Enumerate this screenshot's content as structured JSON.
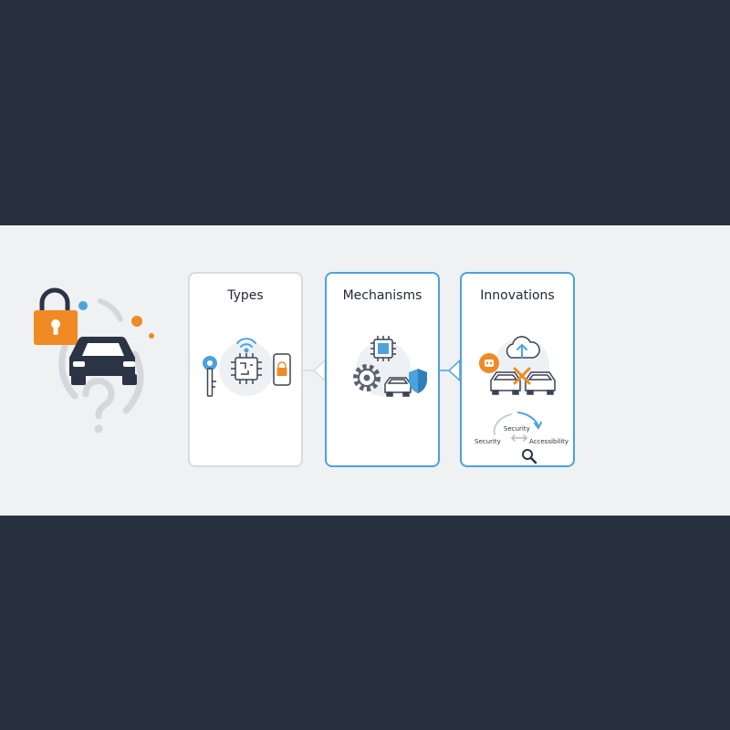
{
  "cards": [
    {
      "title": "Types"
    },
    {
      "title": "Mechanisms"
    },
    {
      "title": "Innovations"
    }
  ],
  "cycle": {
    "top": "Security",
    "left": "Security",
    "right": "Accessibility"
  },
  "colors": {
    "accent_blue": "#4aa3df",
    "accent_orange": "#f08a24",
    "dark": "#2b3444",
    "band": "#eff1f3",
    "background": "#27303f"
  },
  "icons": [
    "padlock-icon",
    "car-icon",
    "question-mark-icon",
    "key-icon",
    "chip-icon",
    "wifi-icon",
    "smartphone-icon",
    "gear-icon",
    "shield-icon",
    "cloud-upload-icon",
    "magnifier-icon"
  ]
}
